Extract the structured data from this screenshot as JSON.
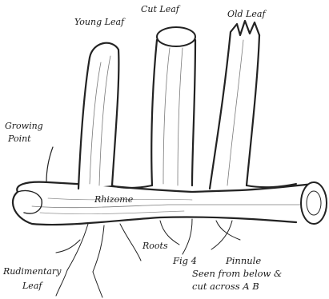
{
  "figure": {
    "labels": {
      "young_leaf": "Young Leaf",
      "cut_leaf": "Cut Leaf",
      "old_leaf": "Old Leaf",
      "growing_point_1": "Growing",
      "growing_point_2": "Point",
      "rhizome": "Rhizome",
      "roots": "Roots",
      "rudimentary_leaf_1": "Rudimentary",
      "rudimentary_leaf_2": "Leaf"
    },
    "caption": {
      "fig_number": "Fig 4",
      "title": "Pinnule",
      "line_2": "Seen from below &",
      "line_3": "cut across  A  B"
    }
  }
}
